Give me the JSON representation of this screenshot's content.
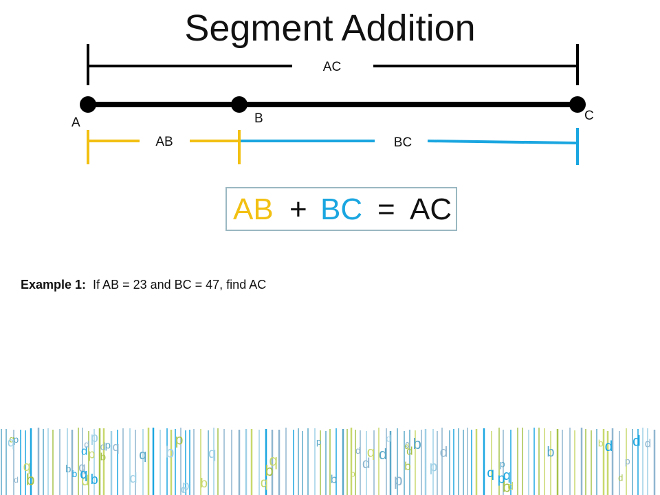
{
  "title": "Segment Addition",
  "diagram": {
    "points": [
      {
        "label": "A"
      },
      {
        "label": "B"
      },
      {
        "label": "C"
      }
    ],
    "segments": [
      {
        "label": "AC",
        "color": "#000000"
      },
      {
        "label": "AB",
        "color": "#f2c012"
      },
      {
        "label": "BC",
        "color": "#1aa6e0"
      }
    ]
  },
  "formula": {
    "term1": "AB",
    "plus": "+",
    "term2": "BC",
    "equals": "=",
    "result": "AC",
    "colors": {
      "term1": "#f2c012",
      "term2": "#1aa6e0",
      "rest": "#111111"
    }
  },
  "example": {
    "heading": "Example 1:",
    "text": "If AB = 23 and BC = 47, find AC"
  },
  "footer": {
    "glyphs": [
      "b",
      "d",
      "p",
      "q"
    ],
    "colors": [
      "#1aa6e0",
      "#a6c24a",
      "#8fb6cf",
      "#5aa8c8",
      "#c8d86c",
      "#9ed0e6"
    ]
  }
}
